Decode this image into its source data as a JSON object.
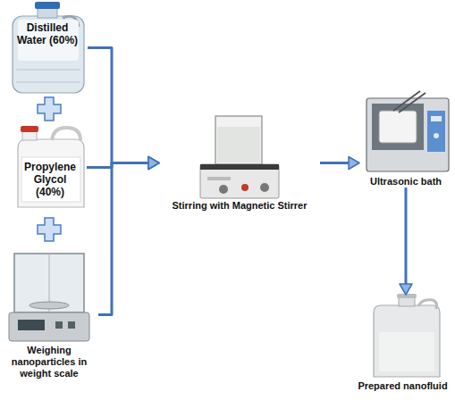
{
  "diagram": {
    "nodes": [
      {
        "text": [
          "Distilled Water (60%)"
        ]
      },
      {
        "text": [
          "Propylene Glycol (40%)"
        ]
      },
      {
        "text": [
          "Weighing nanoparticles in weight scale"
        ]
      },
      {
        "text": [
          "Stirring with Magnetic Stirrer"
        ]
      },
      {
        "text": [
          "Ultrasonic bath"
        ]
      },
      {
        "text": [
          "Prepared nanofluid"
        ]
      }
    ],
    "edges": [
      {
        "from": 0,
        "to": 3,
        "arrow": "to"
      },
      {
        "from": 1,
        "to": 3,
        "arrow": "to"
      },
      {
        "from": 2,
        "to": 3,
        "arrow": "to"
      },
      {
        "from": 3,
        "to": 4,
        "arrow": "to"
      },
      {
        "from": 4,
        "to": 5,
        "arrow": "to"
      }
    ]
  }
}
